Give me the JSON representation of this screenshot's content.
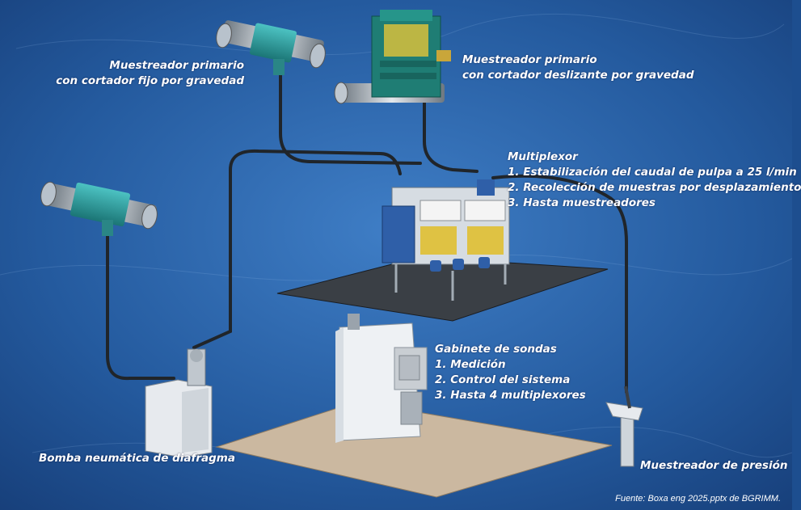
{
  "labels": {
    "fixed_cutter": [
      "Muestreador primario",
      "con cortador fijo por gravedad"
    ],
    "sliding_cutter": [
      "Muestreador primario",
      "con cortador deslizante por gravedad"
    ],
    "multiplexor": {
      "title": "Multiplexor",
      "items": [
        "1. Estabilización del caudal de pulpa a 25 l/min",
        "2. Recolección de muestras por desplazamiento",
        "3. Hasta muestreadores"
      ]
    },
    "probe_cabinet": {
      "title": "Gabinete de sondas",
      "items": [
        "1. Medición",
        "2. Control del sistema",
        "3. Hasta 4 multiplexores"
      ]
    },
    "pump": "Bomba neumática de diafragma",
    "pressure_sampler": "Muestreador de presión"
  },
  "source": "Fuente: Boxa eng 2025.pptx de BGRIMM.",
  "colors": {
    "background": "#1d4e8f",
    "equipment_teal": "#2a9a9a",
    "cabinet_blue": "#2f5fa8",
    "platform_dark": "#3a3f45",
    "platform_tan": "#cbb8a0",
    "pipe": "#22262b",
    "label_text": "#ffffff"
  }
}
